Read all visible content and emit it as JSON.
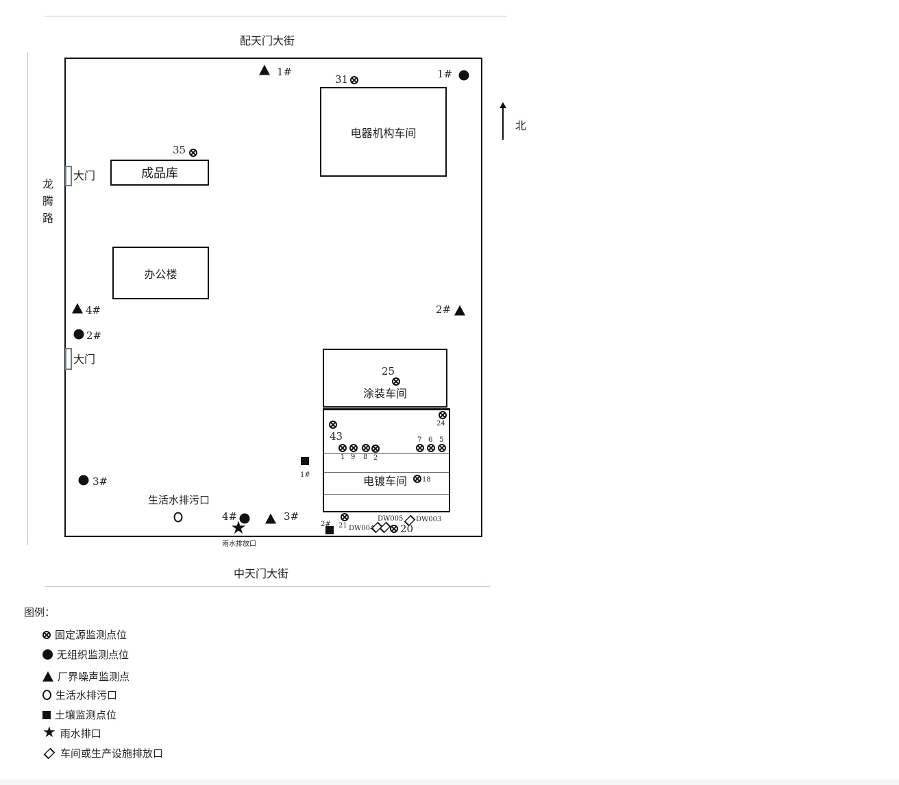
{
  "roads": {
    "north": "配天门大街",
    "south": "中天门大街",
    "west": "龙腾路"
  },
  "north_label": "北",
  "gates": [
    "大门",
    "大门"
  ],
  "buildings": {
    "warehouse": "成品库",
    "office": "办公楼",
    "electrical": "电器机构车间",
    "painting": "涂装车间",
    "plating": "电镀车间"
  },
  "rain_outlet_label": "雨水排放口",
  "domestic_outlet_label": "生活水排污口",
  "markers": [
    {
      "type": "tri",
      "label": "1#"
    },
    {
      "type": "cross",
      "label": "31"
    },
    {
      "type": "dot",
      "label": "1#"
    },
    {
      "type": "cross",
      "label": "35"
    },
    {
      "type": "tri",
      "label": "4#"
    },
    {
      "type": "dot",
      "label": "2#"
    },
    {
      "type": "tri",
      "label": "2#"
    },
    {
      "type": "cross",
      "label": "25"
    },
    {
      "type": "cross",
      "label": "24"
    },
    {
      "type": "cross",
      "label": "43"
    },
    {
      "type": "cross",
      "label": "1"
    },
    {
      "type": "cross",
      "label": "9"
    },
    {
      "type": "cross",
      "label": "8"
    },
    {
      "type": "cross",
      "label": "2"
    },
    {
      "type": "cross",
      "label": "7"
    },
    {
      "type": "cross",
      "label": "6"
    },
    {
      "type": "cross",
      "label": "5"
    },
    {
      "type": "cross",
      "label": "18"
    },
    {
      "type": "sq",
      "label": "1#"
    },
    {
      "type": "dot",
      "label": "3#"
    },
    {
      "type": "ring",
      "label": ""
    },
    {
      "type": "dot",
      "label": "4#"
    },
    {
      "type": "star",
      "label": ""
    },
    {
      "type": "tri",
      "label": "3#"
    },
    {
      "type": "cross",
      "label": "21"
    },
    {
      "type": "sq",
      "label": "2#"
    },
    {
      "type": "dia",
      "label": "DW004"
    },
    {
      "type": "dia",
      "label": "DW005"
    },
    {
      "type": "cross",
      "label": "20"
    },
    {
      "type": "dia",
      "label": "DW003"
    }
  ],
  "legend": {
    "title": "图例：",
    "items": [
      {
        "type": "cross",
        "label": "固定源监测点位"
      },
      {
        "type": "dot",
        "label": "无组织监测点位"
      },
      {
        "type": "tri",
        "label": "厂界噪声监测点"
      },
      {
        "type": "ring",
        "label": "生活水排污口"
      },
      {
        "type": "sq",
        "label": "土壤监测点位"
      },
      {
        "type": "star",
        "label": "雨水排口"
      },
      {
        "type": "dia",
        "label": "车间或生产设施排放口"
      }
    ]
  }
}
